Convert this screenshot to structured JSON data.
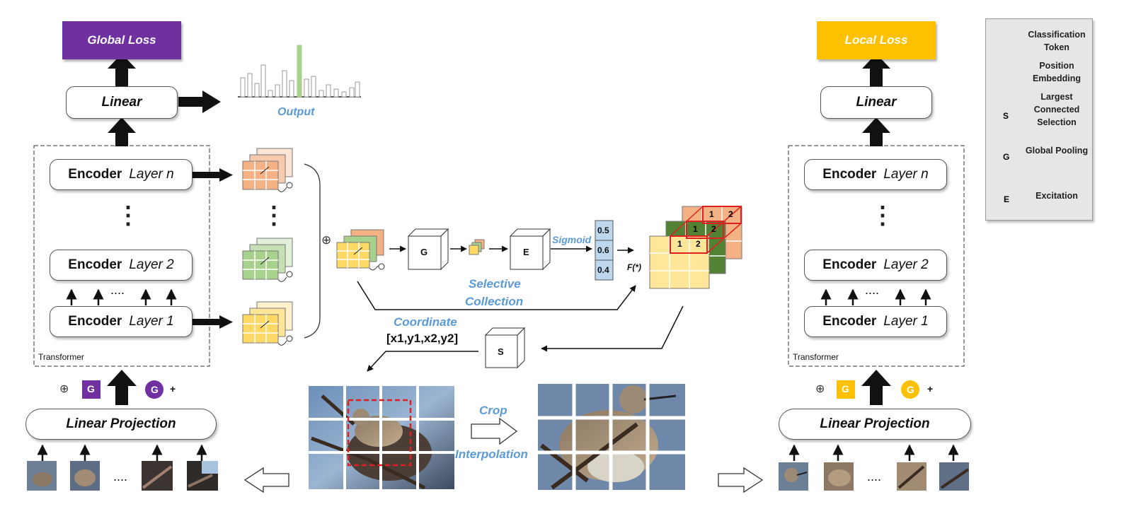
{
  "left": {
    "loss_label": "Global Loss",
    "linear_label": "Linear",
    "encoder_word": "Encoder",
    "encoder_layers": [
      "Layer n",
      "Layer 2",
      "Layer 1"
    ],
    "transformer_label": "Transformer",
    "projection_label": "Linear Projection",
    "output_label": "Output",
    "dots": "....",
    "token_g": "G",
    "plus": "+",
    "oplus": "⊕",
    "vdots": "⋮"
  },
  "middle": {
    "oplus": "⊕",
    "g_label": "G",
    "e_label": "E",
    "s_label": "S",
    "sigmoid_label": "Sigmoid",
    "sigmoid_values": [
      "0.5",
      "0.6",
      "0.4"
    ],
    "f_label": "F(*)",
    "selective_collection": [
      "Selective",
      "Collection"
    ],
    "coordinate_label": "Coordinate",
    "coordinate_value": "[x1,y1,x2,y2]",
    "crop_label": "Crop",
    "interpolation_label": "Interpolation",
    "grid_numbers": [
      "1",
      "2"
    ],
    "vdots": "⋮"
  },
  "right": {
    "loss_label": "Local Loss",
    "linear_label": "Linear",
    "encoder_word": "Encoder",
    "encoder_layers": [
      "Layer n",
      "Layer 2",
      "Layer 1"
    ],
    "transformer_label": "Transformer",
    "projection_label": "Linear Projection",
    "dots": "....",
    "token_g": "G",
    "plus": "+",
    "oplus": "⊕",
    "vdots": "⋮"
  },
  "legend": {
    "items": [
      {
        "icon": "square",
        "label": "Classification Token"
      },
      {
        "icon": "circle",
        "label": "Position Embedding"
      },
      {
        "icon": "cube-S",
        "glyph": "S",
        "label": "Largest Connected Selection"
      },
      {
        "icon": "cube-G",
        "glyph": "G",
        "label": "Global Pooling"
      },
      {
        "icon": "cube-E",
        "glyph": "E",
        "label": "Excitation"
      }
    ]
  },
  "colors": {
    "global_loss": "#7030a0",
    "local_loss": "#ffc000",
    "accent_blue": "#5b9bd5",
    "feature_orange": "#f4b183",
    "feature_green": "#a9d18e",
    "feature_yellow": "#ffe699",
    "feature_dark_green": "#548235",
    "crop_box": "#e02020"
  }
}
